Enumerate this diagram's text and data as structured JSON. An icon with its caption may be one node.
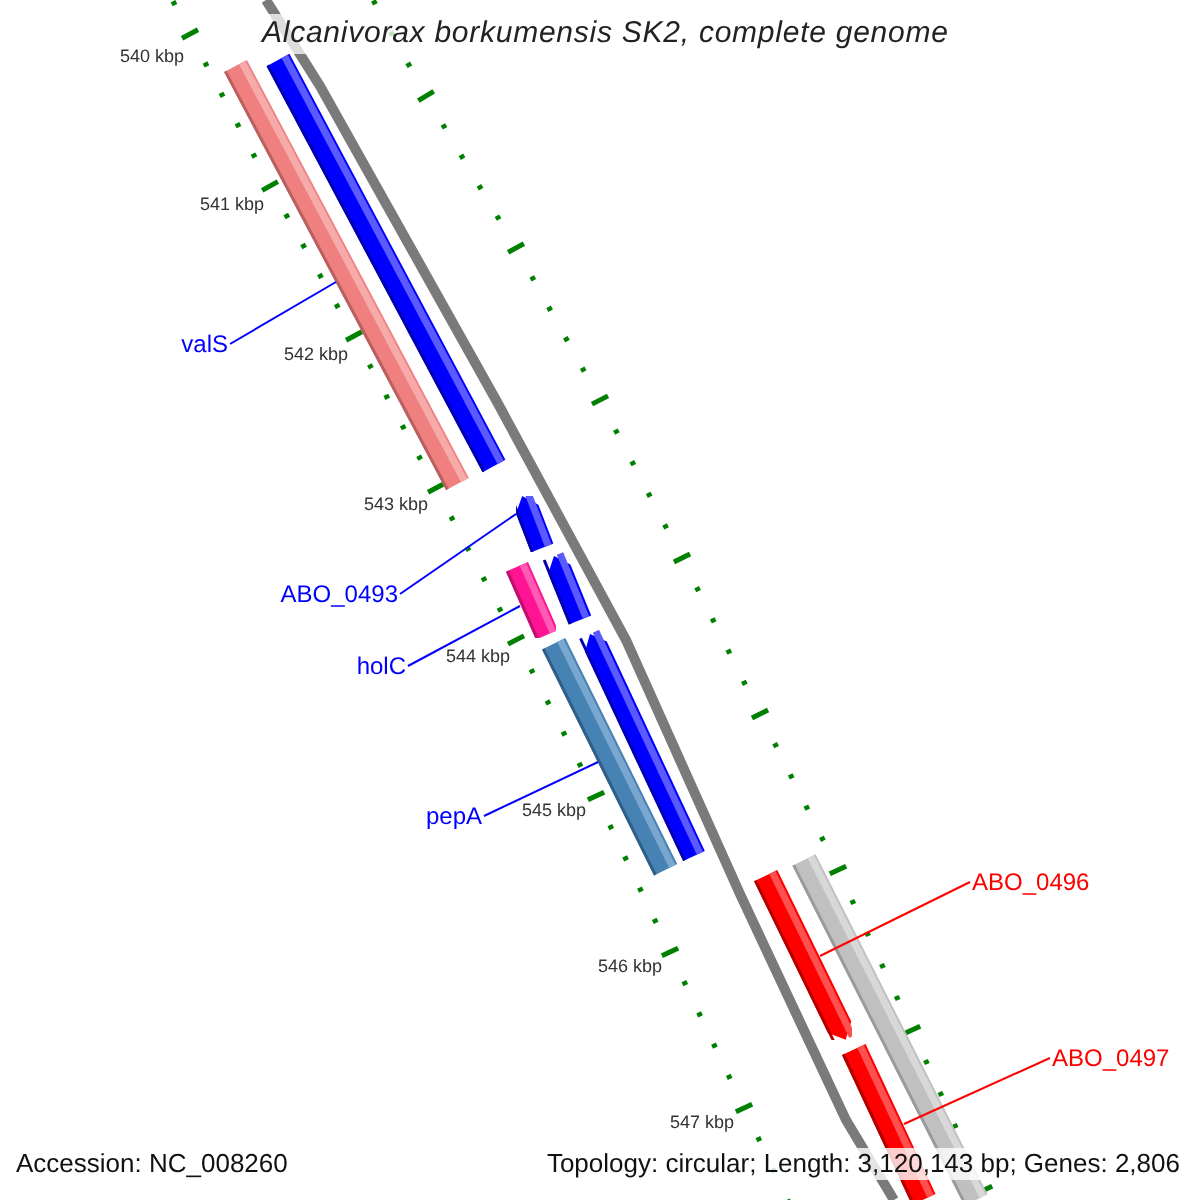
{
  "diagram": {
    "title": "Alcanivorax borkumensis SK2, complete genome",
    "nodes": [
      {
        "text": [
          "valS"
        ]
      },
      {
        "text": [],
        "shape": "bar"
      },
      {
        "text": [
          "ABO_0493"
        ]
      },
      {
        "text": [],
        "shape": "bar"
      },
      {
        "text": [
          "holC"
        ]
      },
      {
        "text": [],
        "shape": "bar"
      },
      {
        "text": [
          "pepA"
        ]
      },
      {
        "text": [],
        "shape": "bar"
      },
      {
        "text": [
          "ABO_0496"
        ]
      },
      {
        "text": [],
        "shape": "bar"
      },
      {
        "text": [
          "ABO_0497"
        ]
      },
      {
        "text": [],
        "shape": "bar"
      }
    ],
    "edges": [
      {
        "from": 0,
        "to": 1,
        "arrow": "none"
      },
      {
        "from": 2,
        "to": 3,
        "arrow": "none"
      },
      {
        "from": 4,
        "to": 5,
        "arrow": "none"
      },
      {
        "from": 6,
        "to": 7,
        "arrow": "none"
      },
      {
        "from": 8,
        "to": 9,
        "arrow": "none",
        "color": "#ff0000"
      },
      {
        "from": 10,
        "to": 11,
        "arrow": "none",
        "color": "#ff0000"
      }
    ],
    "labels": [
      "540 kbp",
      "541 kbp",
      "542 kbp",
      "543 kbp",
      "544 kbp",
      "545 kbp",
      "546 kbp",
      "547 kbp",
      "Accession: NC_008260",
      "Topology: circular; Length: 3,120,143 bp; Genes: 2,806"
    ]
  }
}
